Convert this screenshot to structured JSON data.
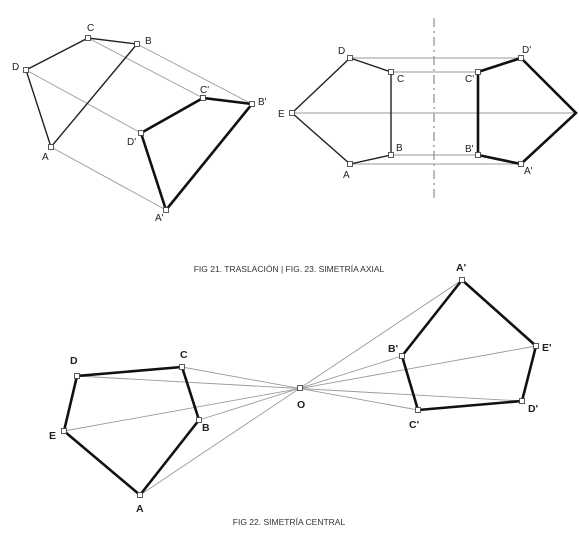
{
  "figures": {
    "fig21_23_caption": "FIG 21. TRASLACIÓN  |  FIG. 23. SIMETRÍA AXIAL",
    "fig22_caption": "FIG 22. SIMETRÍA CENTRAL"
  },
  "fig21_labels": {
    "A": "A",
    "B": "B",
    "C": "C",
    "D": "D",
    "A2": "A'",
    "B2": "B'",
    "C2": "C'",
    "D2": "D'"
  },
  "fig23_labels": {
    "A": "A",
    "B": "B",
    "C": "C",
    "D": "D",
    "E": "E",
    "A2": "A'",
    "B2": "B'",
    "C2": "C'",
    "D2": "D'"
  },
  "fig22_labels": {
    "A": "A",
    "B": "B",
    "C": "C",
    "D": "D",
    "E": "E",
    "O": "O",
    "A2": "A'",
    "B2": "B'",
    "C2": "C'",
    "D2": "D'",
    "E2": "E'"
  }
}
